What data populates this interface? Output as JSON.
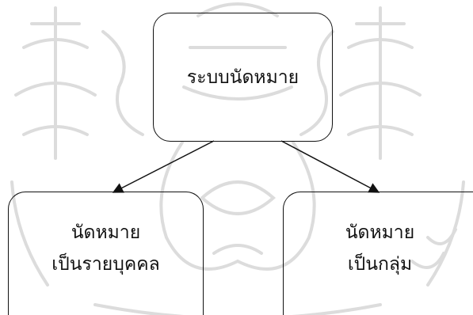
{
  "diagram": {
    "root": {
      "label": "ระบบนัดหมาย"
    },
    "children": [
      {
        "lines": [
          "นัดหมาย",
          "เป็นรายบุคคล"
        ]
      },
      {
        "lines": [
          "นัดหมาย",
          "เป็นกลุ่ม"
        ]
      }
    ]
  },
  "colors": {
    "ink": "#111111",
    "watermark": "#dcdcdc"
  }
}
